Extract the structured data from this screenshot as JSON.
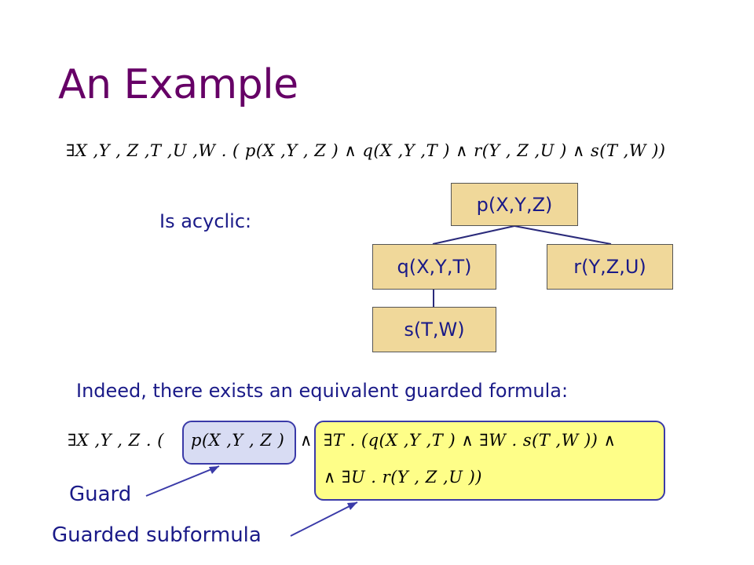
{
  "slide": {
    "title": "An Example",
    "formula": "∃X ,Y , Z ,T ,U ,W . ( p(X ,Y , Z ) ∧ q(X ,Y ,T ) ∧ r(Y , Z ,U ) ∧ s(T ,W ))",
    "acyclic_label": "Is acyclic:",
    "tree": {
      "root": "p(X,Y,Z)",
      "left": "q(X,Y,T)",
      "right": "r(Y,Z,U)",
      "leaf": "s(T,W)"
    },
    "indeed_text": "Indeed, there exists an equivalent guarded formula:",
    "guarded": {
      "prefix": "∃X ,Y , Z . (",
      "guard": "p(X ,Y , Z )",
      "conj1": "∧",
      "line1": "∃T . (q(X ,Y ,T ) ∧ ∃W . s(T ,W )) ∧",
      "line2": "∧ ∃U . r(Y , Z ,U ))"
    },
    "guard_label": "Guard",
    "subformula_label": "Guarded subformula",
    "colors": {
      "title": "#660066",
      "text": "#1a1a88",
      "node_fill": "#f0d89a",
      "guard_fill": "#d8dcf3",
      "subformula_fill": "#fefe88",
      "connector": "#3a3aa8"
    }
  }
}
